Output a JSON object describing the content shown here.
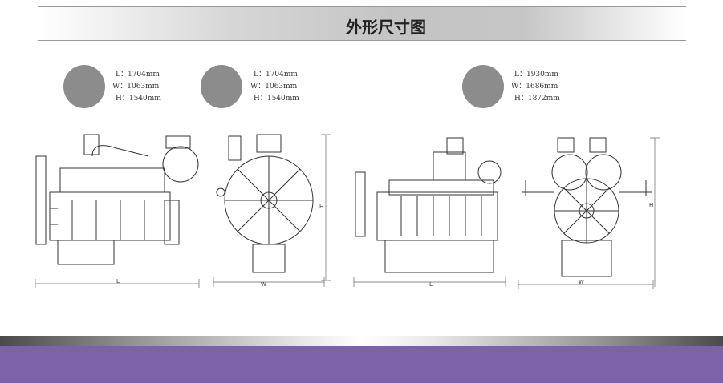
{
  "header": {
    "title": "外形尺寸图"
  },
  "engines": [
    {
      "L": "L：1704mm",
      "W": "W：1063mm",
      "H": "H：1540mm"
    },
    {
      "L": "L：1704mm",
      "W": "W：1063mm",
      "H": "H：1540mm"
    },
    {
      "L": "L：1930mm",
      "W": "W：1686mm",
      "H": "H：1872mm"
    }
  ],
  "dim_labels": {
    "L": "L",
    "W": "W",
    "H": "H"
  },
  "colors": {
    "footer": "#7c62a8",
    "circle": "#8c8c8c"
  }
}
